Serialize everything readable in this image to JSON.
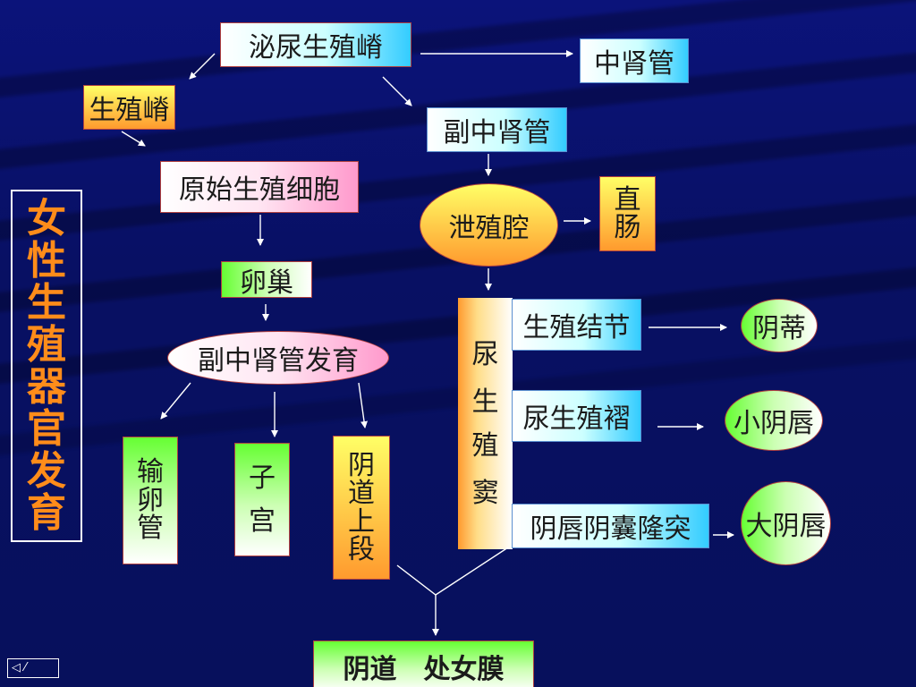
{
  "title_chars": [
    "女",
    "性",
    "生",
    "殖",
    "器",
    "官",
    "发",
    "育"
  ],
  "nodes": {
    "urogenital_ridge": "泌尿生殖嵴",
    "mesonephric_duct": "中肾管",
    "genital_ridge": "生殖嵴",
    "paramesonephric_duct": "副中肾管",
    "primordial_germ_cell": "原始生殖细胞",
    "cloaca": "泄殖腔",
    "rectum": [
      "直",
      "肠"
    ],
    "ovary": "卵巢",
    "paramesonephric_development": "副中肾管发育",
    "urogenital_sinus": [
      "尿",
      "生",
      "殖",
      "窦"
    ],
    "genital_tubercle": "生殖结节",
    "clitoris": "阴蒂",
    "urogenital_fold": "尿生殖褶",
    "labia_minora": "小阴唇",
    "labioscrotal_swelling": "阴唇阴囊隆突",
    "labia_majora": "大阴唇",
    "oviduct": [
      "输",
      "卵",
      "管"
    ],
    "uterus": [
      "子",
      "宫"
    ],
    "upper_vagina": [
      "阴",
      "道",
      "上",
      "段"
    ],
    "vagina_hymen": "阴道　处女膜"
  },
  "colors": {
    "background": "#0a0f6b",
    "title_text": "#ff8c1a",
    "arrow": "#ffffff"
  },
  "nav_icon": "slide-nav-icon"
}
